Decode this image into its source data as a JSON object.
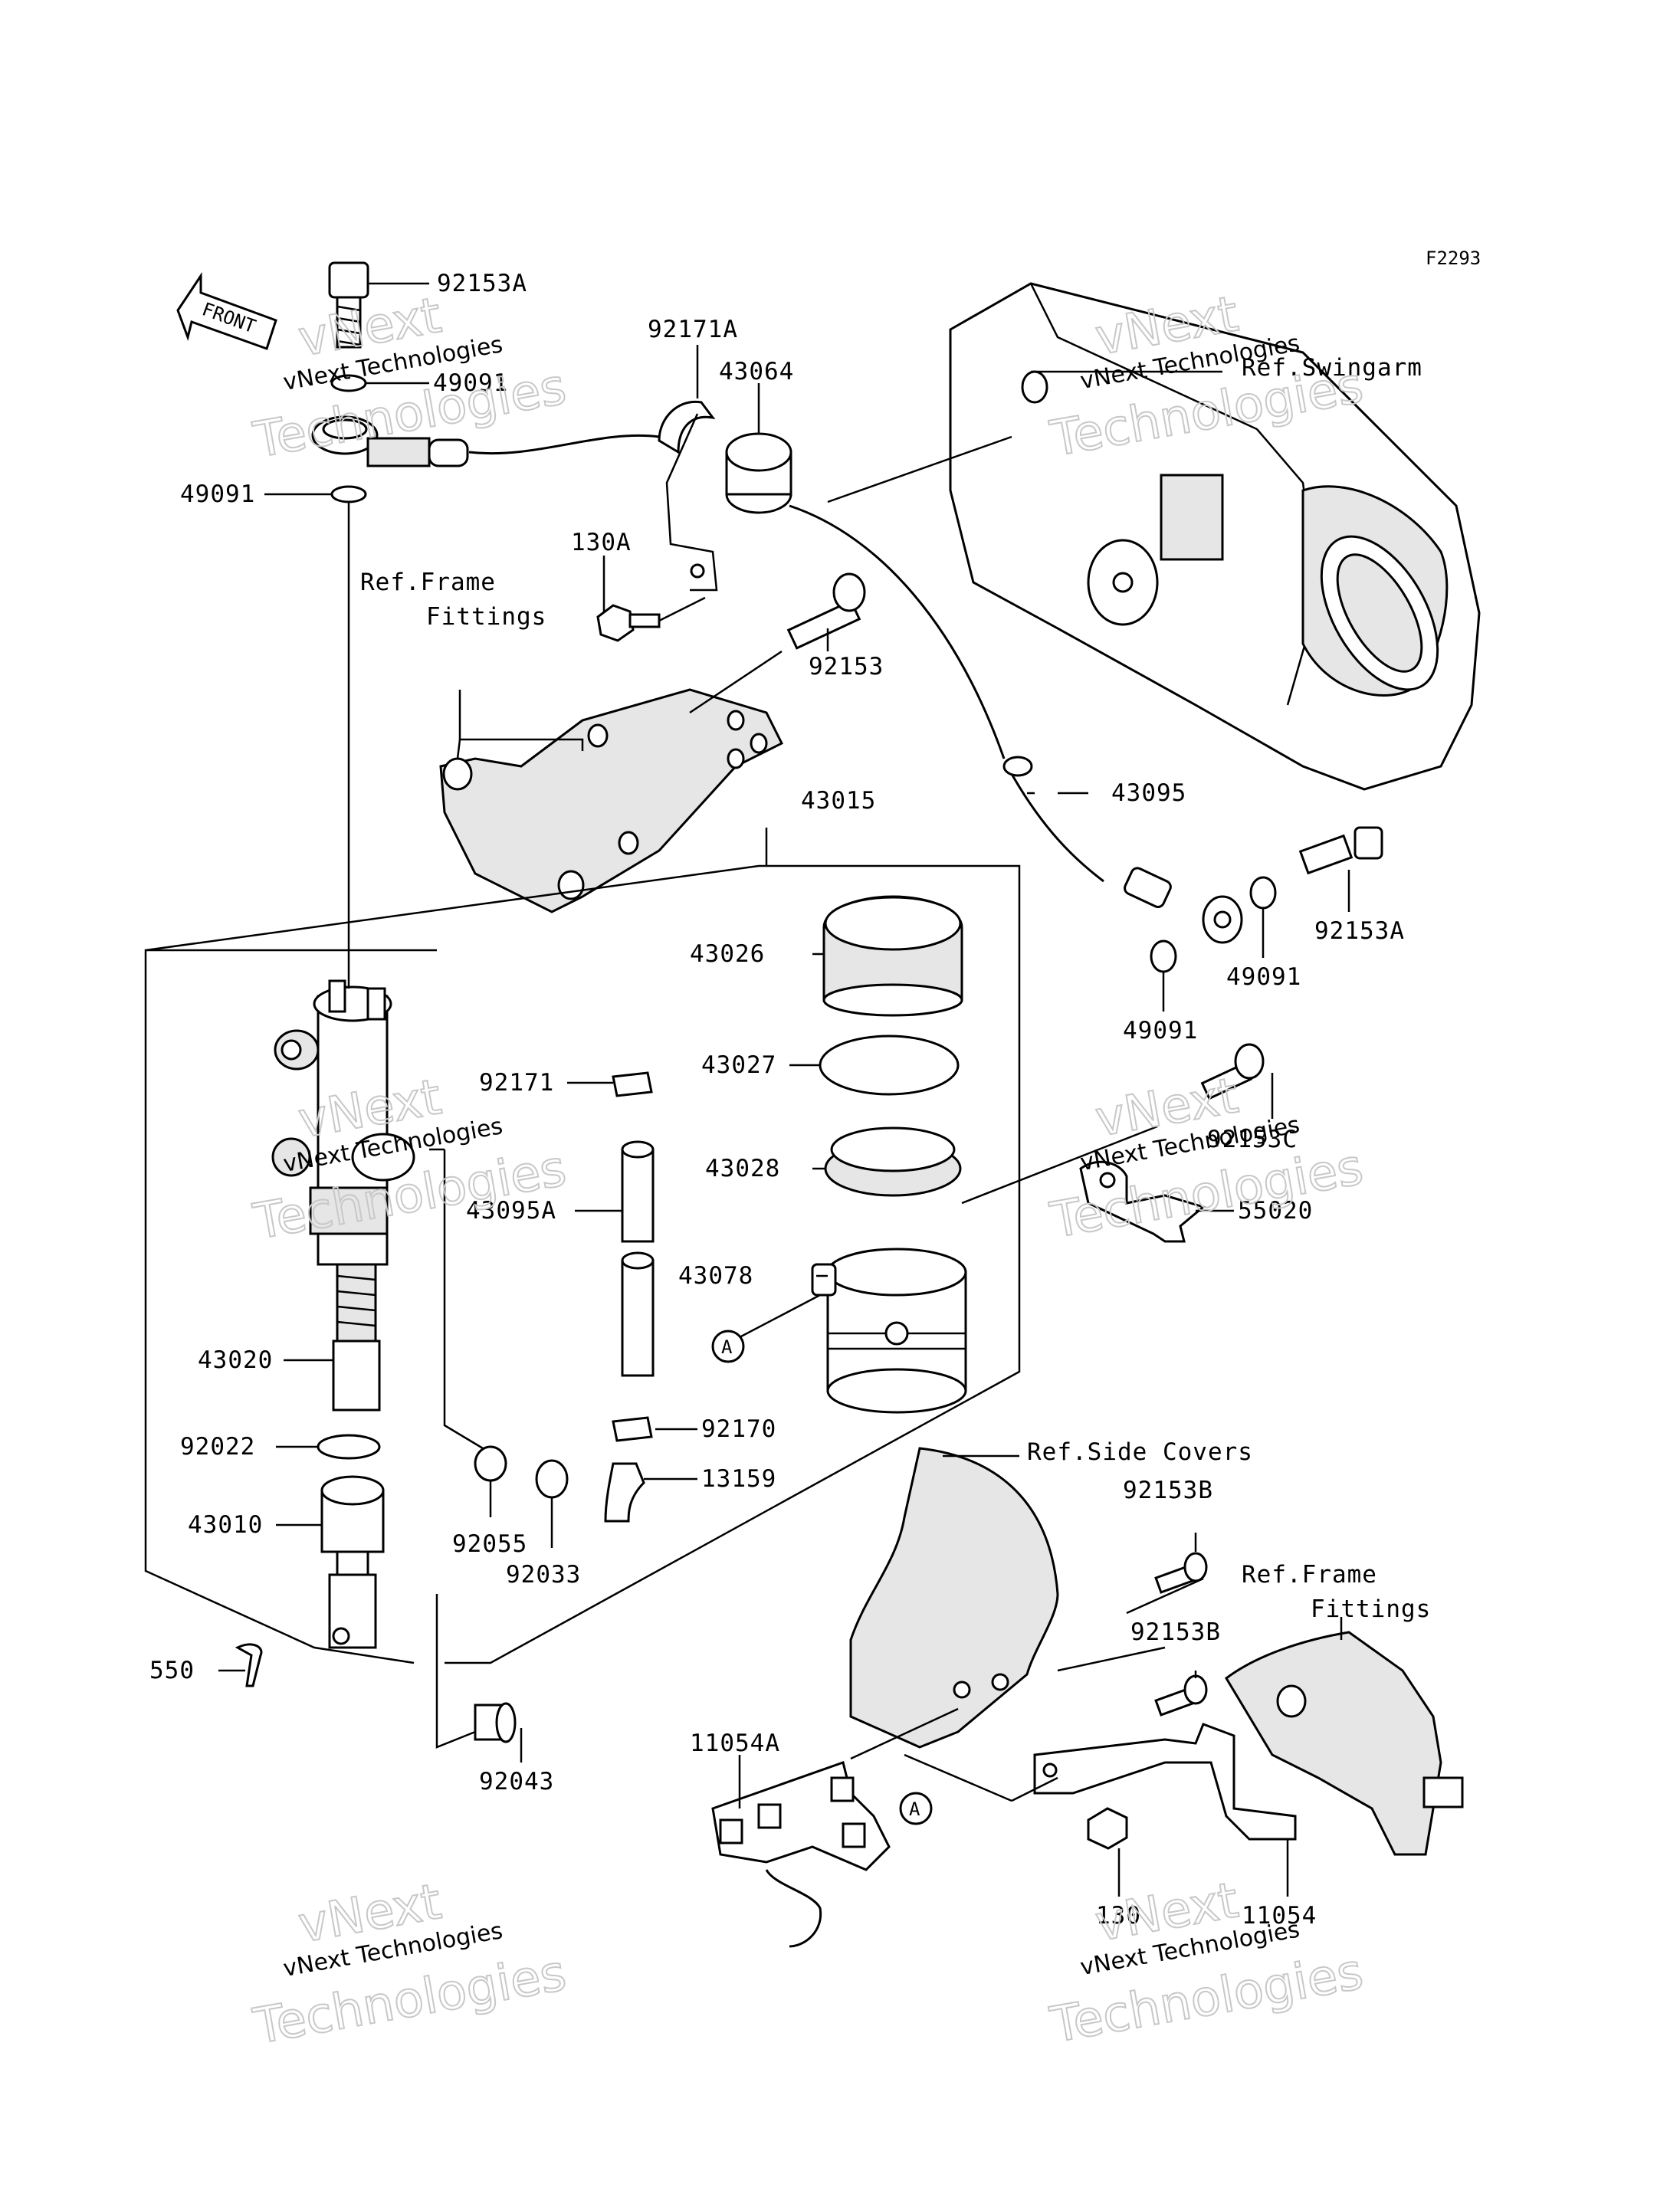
{
  "figure_code": "F2293",
  "front_label": "FRONT",
  "callouts": {
    "c92153A_top": "92153A",
    "c49091_a": "49091",
    "c49091_b": "49091",
    "c92171A": "92171A",
    "c43064": "43064",
    "c130A": "130A",
    "c92153": "92153",
    "ref_frame_1": "Ref.Frame",
    "ref_frame_1b": "Fittings",
    "ref_swingarm": "Ref.Swingarm",
    "c43015": "43015",
    "c43095": "43095",
    "c43026": "43026",
    "c92153A_right": "92153A",
    "c49091_c": "49091",
    "c49091_d": "49091",
    "c92171": "92171",
    "c43027": "43027",
    "c92153C": "92153C",
    "c43028": "43028",
    "c43095A": "43095A",
    "c55020": "55020",
    "c43078": "43078",
    "marker_a1": "A",
    "c43020": "43020",
    "c92170": "92170",
    "c92022": "92022",
    "c13159": "13159",
    "ref_side_covers": "Ref.Side Covers",
    "c92153B_a": "92153B",
    "c43010": "43010",
    "c92055": "92055",
    "c92033": "92033",
    "ref_frame_2": "Ref.Frame",
    "ref_frame_2b": "Fittings",
    "c92153B_b": "92153B",
    "c550": "550",
    "c11054A": "11054A",
    "marker_a2": "A",
    "c92043": "92043",
    "c130": "130",
    "c11054": "11054"
  },
  "watermark": {
    "line1": "vNext",
    "line2": "vNext Technologies",
    "line3": "Technologies"
  }
}
